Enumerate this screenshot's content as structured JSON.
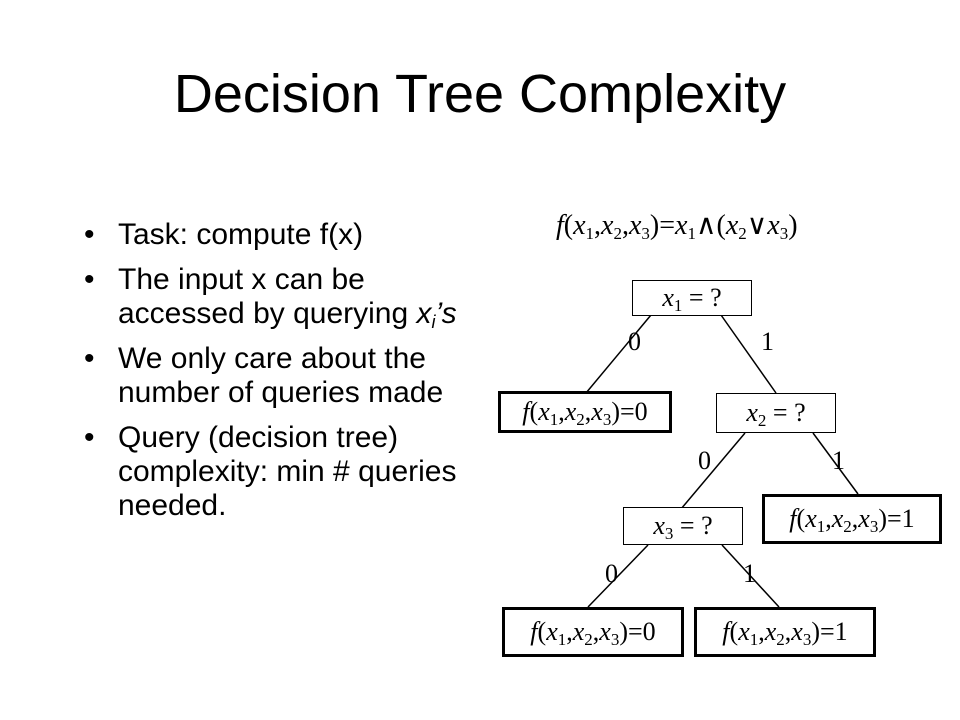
{
  "slide": {
    "title": "Decision Tree Complexity"
  },
  "bullets": {
    "b1": "Task: compute f(x)",
    "b2_pre": "The input x can be accessed by querying ",
    "b2_var": "x",
    "b2_sub": "i",
    "b2_post": "’s",
    "b3": "We only care about the number of queries made",
    "b4": "Query (decision tree) complexity: min # queries needed."
  },
  "tree": {
    "formula": {
      "f": "f",
      "lhs_open": "(",
      "x": "x",
      "s1": "1",
      "s2": "2",
      "s3": "3",
      "comma": ",",
      "eq": ")=",
      "and": "∧",
      "or": "∨",
      "open": "(",
      "close": ")"
    },
    "nodes": {
      "q1": {
        "var": "x",
        "sub": "1",
        "rest": " = ?"
      },
      "q2": {
        "var": "x",
        "sub": "2",
        "rest": " = ?"
      },
      "q3": {
        "var": "x",
        "sub": "3",
        "rest": " = ?"
      },
      "leaf_a": {
        "result": "=0"
      },
      "leaf_b": {
        "result": "=1"
      },
      "leaf_c": {
        "result": "=0"
      },
      "leaf_d": {
        "result": "=1"
      }
    },
    "edge_labels": {
      "q1_left": "0",
      "q1_right": "1",
      "q2_left": "0",
      "q2_right": "1",
      "q3_left": "0",
      "q3_right": "1"
    }
  }
}
